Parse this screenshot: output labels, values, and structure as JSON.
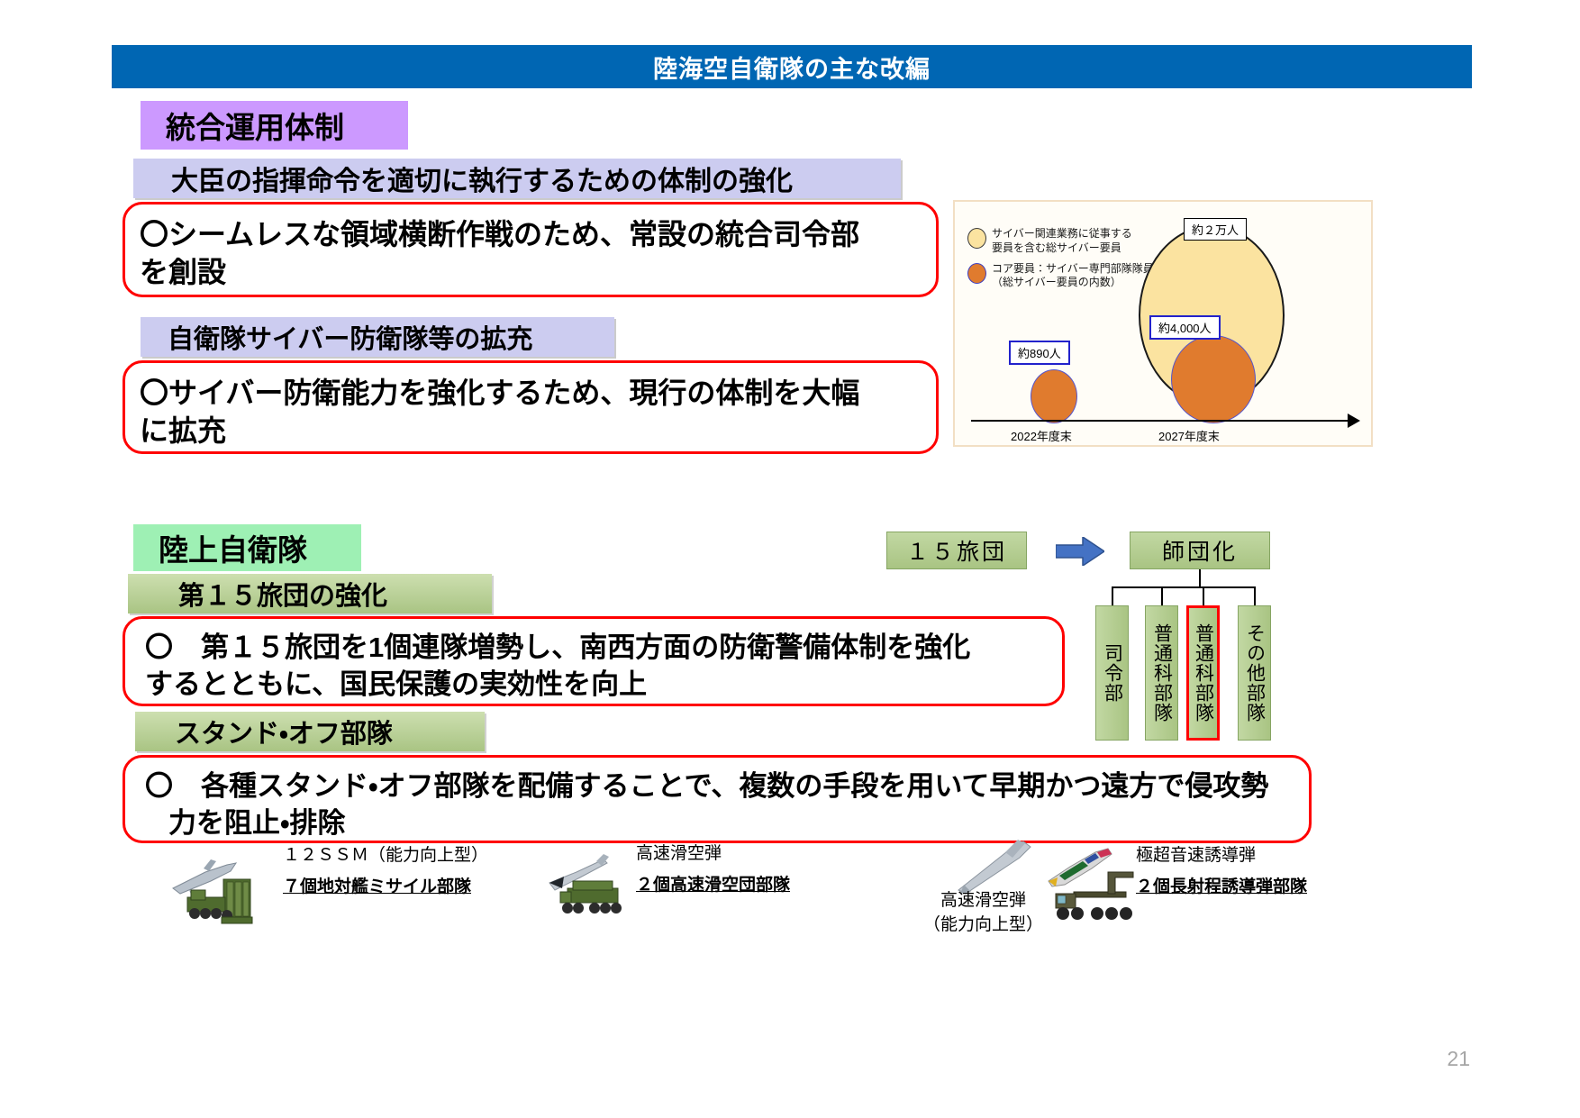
{
  "header": {
    "title": "陸海空自衛隊の主な改編"
  },
  "sections": {
    "joint": {
      "badge": "統合運用体制",
      "subhead_1": "大臣の指揮命令を適切に執行するための体制の強化",
      "body_1_line1": "〇シームレスな領域横断作戦のため、常設の統合司令部",
      "body_1_line2": "を創設",
      "subhead_2": "自衛隊サイバー防衛隊等の拡充",
      "body_2_line1": "〇サイバー防衛能力を強化するため、現行の体制を大幅",
      "body_2_line2": "に拡充"
    },
    "gsdf": {
      "badge": "陸上自衛隊",
      "subhead_1": "第１５旅団の強化",
      "body_1_line1": "〇　第１５旅団を1個連隊増勢し、南西方面の防衛警備体制を強化",
      "body_1_line2": "するとともに、国民保護の実効性を向上",
      "subhead_2": "スタンド・オフ部隊",
      "body_2_line1": "〇　各種スタンド・オフ部隊を配備することで、複数の手段を用いて早期かつ遠方で侵攻勢",
      "body_2_line2": "力を阻止・排除"
    }
  },
  "chart_data": {
    "type": "bar",
    "title": "",
    "categories": [
      "2022年度末",
      "2027年度末"
    ],
    "series": [
      {
        "name": "サイバー関連業務に従事する要員を含む総サイバー要員",
        "values": [
          null,
          20000
        ],
        "labels": [
          "",
          "約２万人"
        ],
        "color": "#fbe3a0"
      },
      {
        "name": "コア要員：サイバー専門部隊隊員（総サイバー要員の内数）",
        "values": [
          890,
          4000
        ],
        "labels": [
          "約890人",
          "約4,000人"
        ],
        "color": "#e07b2e"
      }
    ],
    "legend": [
      {
        "swatch": "yellow-circle",
        "line1": "サイバー関連業務に従事する",
        "line2": "要員を含む総サイバー要員"
      },
      {
        "swatch": "orange-circle",
        "line1": "コア要員：サイバー専門部隊隊員",
        "line2": "（総サイバー要員の内数）"
      }
    ],
    "callouts": {
      "total_2027": "約２万人",
      "core_2027": "約4,000人",
      "core_2022": "約890人"
    },
    "axis_labels": [
      "2022年度末",
      "2027年度末"
    ],
    "xlabel": "",
    "ylabel": "",
    "grid": false,
    "legend_position": "top-left"
  },
  "org_chart": {
    "before_label": "１５旅団",
    "arrow": "right-arrow-icon",
    "after_label": "師団化",
    "units": [
      {
        "label": "司令部",
        "highlighted": false
      },
      {
        "label": "普通科部隊",
        "highlighted": false
      },
      {
        "label": "普通科部隊",
        "highlighted": true
      },
      {
        "label": "その他部隊",
        "highlighted": false
      }
    ]
  },
  "equipment": [
    {
      "icon": "missile-launcher-icon",
      "name": "１２ＳＳＭ（能力向上型）",
      "units": "７個地対艦ミサイル部隊"
    },
    {
      "icon": "hypervelocity-glide-projectile-icon",
      "name": "高速滑空弾",
      "units": "２個高速滑空団部隊"
    },
    {
      "icon": "glide-projectile-upgraded-icon",
      "name_line1": "高速滑空弾",
      "name_line2": "（能力向上型）",
      "units": ""
    },
    {
      "icon": "hypersonic-guided-missile-icon",
      "name": "極超音速誘導弾",
      "units": "２個長射程誘導弾部隊"
    }
  ],
  "page_number": "21",
  "colors": {
    "header_blue": "#0066b3",
    "badge_purple": "#cc99ff",
    "subhead_lavender": "#ccccf0",
    "badge_green": "#9ef0b4",
    "subhead_olive": "#a9c483",
    "box_red": "#ff0000",
    "chart_yellow": "#fbe3a0",
    "chart_orange": "#e07b2e",
    "arrow_blue": "#4472c4"
  }
}
